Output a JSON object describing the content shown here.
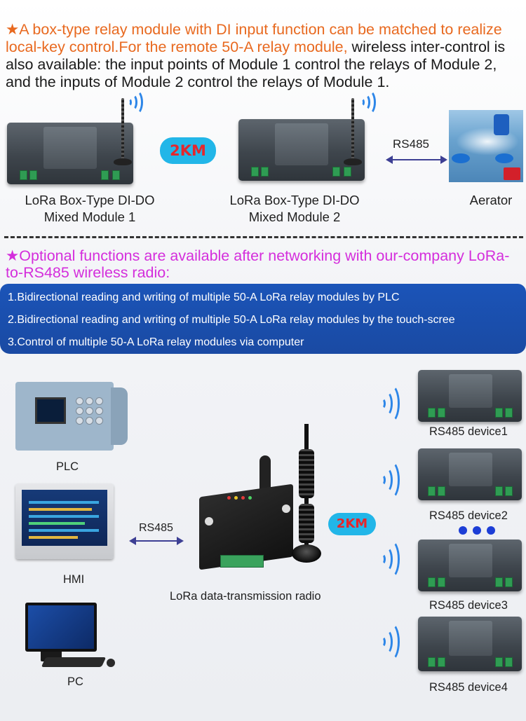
{
  "intro": {
    "orange_text": "★A box-type relay module with DI input function can be matched to realize local-key control.For the remote 50-A relay module,",
    "black_text": " wireless inter-control is also available: the input points of Module 1 control the relays of Module 2, and the inputs of Module 2 control the relays of Module 1."
  },
  "top_diagram": {
    "distance_badge": "2KM",
    "link_label": "RS485",
    "module1_caption_line1": "LoRa Box-Type DI-DO",
    "module1_caption_line2": "Mixed Module 1",
    "module2_caption_line1": "LoRa Box-Type DI-DO",
    "module2_caption_line2": "Mixed Module 2",
    "aerator_caption": "Aerator"
  },
  "optional": {
    "heading": "★Optional functions are available after networking with our-company LoRa-to-RS485 wireless radio:",
    "items": [
      "1.Bidirectional reading and writing of multiple 50-A LoRa relay modules by PLC",
      "2.Bidirectional reading and writing of multiple 50-A LoRa relay modules by the touch-scree",
      "3.Control of multiple 50-A LoRa relay modules via computer"
    ]
  },
  "bottom_diagram": {
    "plc_label": "PLC",
    "hmi_label": "HMI",
    "pc_label": "PC",
    "link_label": "RS485",
    "radio_label": "LoRa data-transmission radio",
    "distance_badge": "2KM",
    "devices": [
      "RS485 device1",
      "RS485 device2",
      "RS485 device3",
      "RS485 device4"
    ]
  },
  "colors": {
    "accent_orange": "#e8691f",
    "heading_magenta": "#d42edc",
    "bar_blue": "#1b54b8",
    "badge_cyan": "#22b6e8",
    "badge_text_red": "#e5262c",
    "wave_blue": "#2d86e8"
  }
}
